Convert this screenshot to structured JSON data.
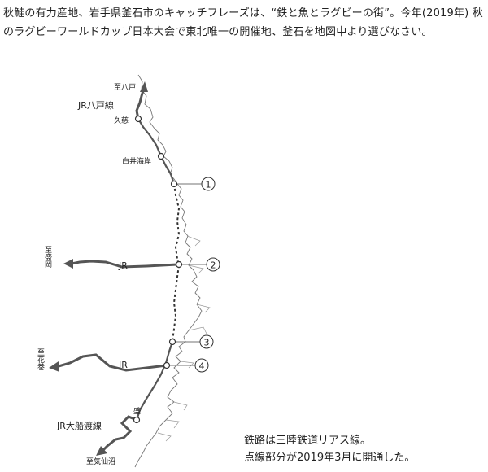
{
  "question": {
    "text": "秋鮭の有力産地、岩手県釜石市のキャッチフレーズは、“鉄と魚とラグビーの街”。今年(2019年) 秋のラグビーワールドカップ日本大会で東北唯一の開催地、釜石を地図中より選びなさい。"
  },
  "map": {
    "labels": {
      "to_hachinohe": "至八戸",
      "jr_hachinohe_line": "JR八戸線",
      "kuji": "久慈",
      "shirai_kaigan": "白井海岸",
      "to_morioka": "至盛岡",
      "jr_mid": "JR",
      "to_hanamaki": "至花巻",
      "jr_low": "JR",
      "sakari": "盛",
      "jr_ofunato_line": "JR大船渡線",
      "to_kesennuma": "至気仙沼"
    },
    "choices": [
      "1",
      "2",
      "3",
      "4"
    ]
  },
  "notes": {
    "line1": "鉄路は三陸鉄道リアス線。",
    "line2": "点線部分が2019年3月に開通した。"
  }
}
